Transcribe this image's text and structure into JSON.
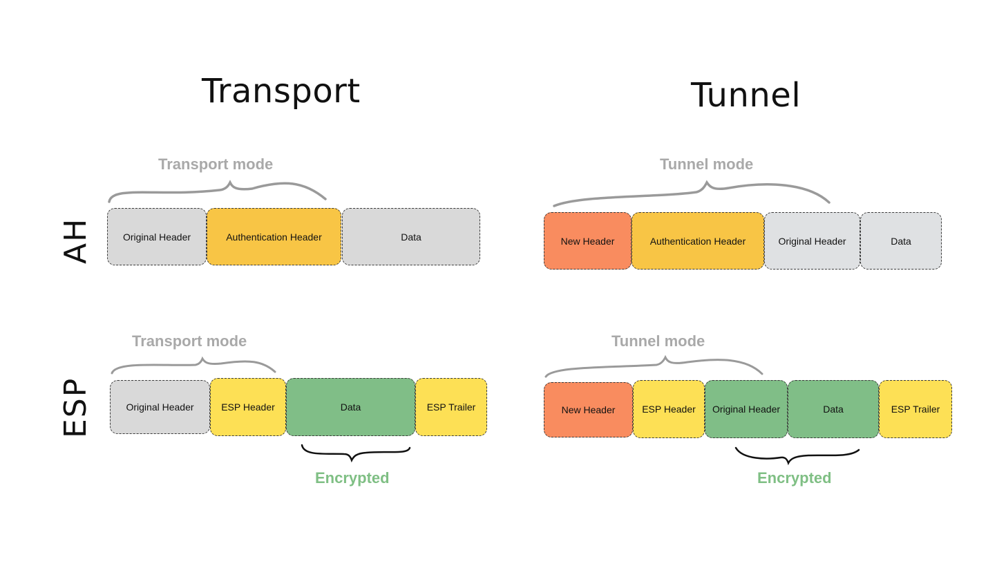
{
  "columns": {
    "transport": "Transport",
    "tunnel": "Tunnel"
  },
  "rows": {
    "ah": "AH",
    "esp": "ESP"
  },
  "ah_transport": {
    "brace_label": "Transport mode",
    "segments": [
      "Original Header",
      "Authentication Header",
      "Data"
    ]
  },
  "ah_tunnel": {
    "brace_label": "Tunnel mode",
    "segments": [
      "New Header",
      "Authentication Header",
      "Original Header",
      "Data"
    ]
  },
  "esp_transport": {
    "brace_label": "Transport mode",
    "segments": [
      "Original Header",
      "ESP Header",
      "Data",
      "ESP Trailer"
    ],
    "encrypted_label": "Encrypted"
  },
  "esp_tunnel": {
    "brace_label": "Tunnel mode",
    "segments": [
      "New Header",
      "ESP Header",
      "Original Header",
      "Data",
      "ESP Trailer"
    ],
    "encrypted_label": "Encrypted"
  },
  "colors": {
    "gray": "#d9d9d9",
    "amber": "#f8c545",
    "yellow": "#fde055",
    "orange": "#f98c5f",
    "green": "#80be87",
    "mode_label": "#a9a9a9",
    "encrypted_label": "#7fbf84"
  }
}
